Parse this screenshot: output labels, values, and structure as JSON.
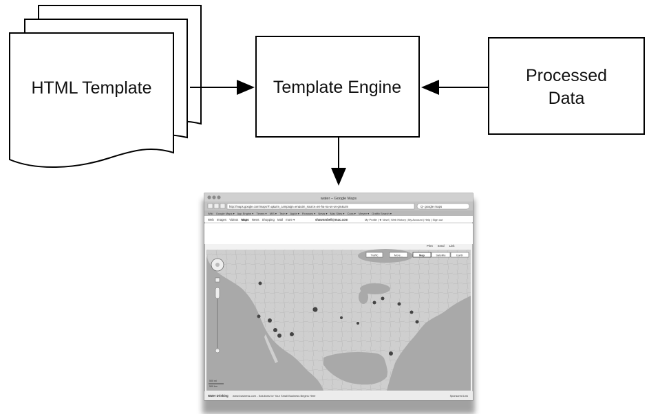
{
  "nodes": {
    "html_template": {
      "label": "HTML Template"
    },
    "template_engine": {
      "label": "Template Engine"
    },
    "processed_data": {
      "label_line1": "Processed",
      "label_line2": "Data"
    }
  },
  "output_screenshot": {
    "window_title": "water – Google Maps",
    "url": "http://maps.google.com/maps?f=q&utm_campaign=en&utm_source=en-ha-na-us-us-gm&utm",
    "search_box": "Q- google maps",
    "bookmarks": [
      "Wiki",
      "Google Maps ▾",
      "App Engine ▾",
      "Timers ▾",
      "MIS ▾",
      "Tech ▾",
      "Apple ▾",
      "Finances ▾",
      "News ▾",
      "Mac Sites ▾",
      "Cuxs ▾",
      "Viewer ▾",
      "Graffix Search ▾"
    ],
    "google_bar": [
      "Web",
      "Images",
      "Videos",
      "Maps",
      "News",
      "Shopping",
      "Mail",
      "more ▾"
    ],
    "account_email": "shawnmbell@mac.com",
    "account_links": "My Profile | ★ New! | Web History | My Account | Help | Sign out",
    "map_links": [
      "Print",
      "Send",
      "Link"
    ],
    "map_buttons": [
      "Traffic",
      "More...",
      "Map",
      "Satellite",
      "Earth"
    ],
    "scale": [
      "500 mi",
      "500 km"
    ],
    "footer_title": "Water Drinking",
    "footer_text": "www.business.com - Solutions for Your Small Business Begins Here",
    "footer_right": "Sponsored Link"
  },
  "colors": {
    "stroke": "#000000",
    "box_fill": "#ffffff",
    "map_land": "#cfcfcf",
    "map_water": "#a9a9a9",
    "window_chrome": "#d6d6d6"
  },
  "icons": {
    "arrow": "arrowhead",
    "pin": "map-pin-icon"
  }
}
